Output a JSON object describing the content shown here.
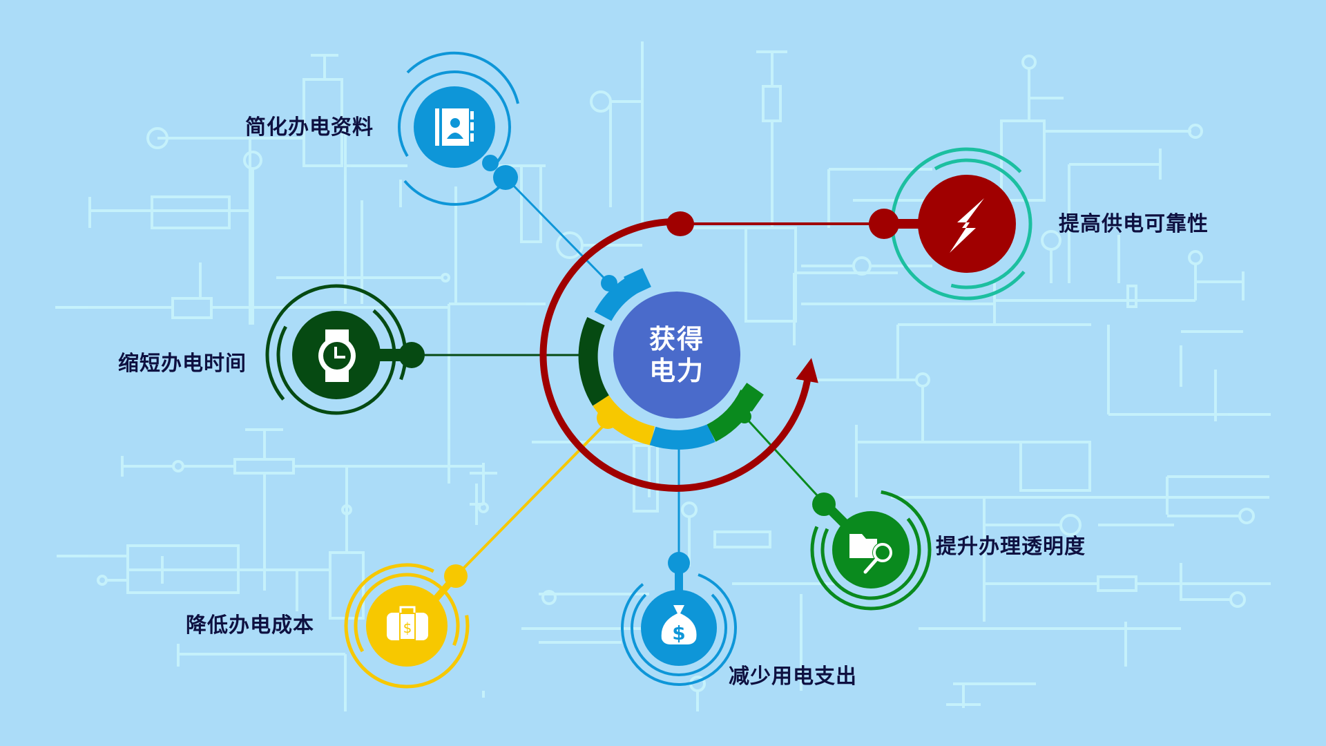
{
  "diagram": {
    "type": "radial-hub-diagram",
    "colors": {
      "background": "#ABDCF8",
      "circuit_lines": "#C8F4FC",
      "hub": "#4A6BCB",
      "label_text": "#0E1040",
      "arrow": "#A00000"
    },
    "hub": {
      "line1": "获得",
      "line2": "电力"
    },
    "nodes": [
      {
        "id": "simplify-materials",
        "label": "简化办电资料",
        "icon": "address-book-icon",
        "color": "#0E96D8"
      },
      {
        "id": "shorten-time",
        "label": "缩短办电时间",
        "icon": "watch-icon",
        "color": "#064A12"
      },
      {
        "id": "reduce-cost",
        "label": "降低办电成本",
        "icon": "money-suitcase-icon",
        "color": "#F7C800"
      },
      {
        "id": "reduce-expense",
        "label": "减少用电支出",
        "icon": "money-bag-icon",
        "color": "#0E96D8"
      },
      {
        "id": "transparency",
        "label": "提升办理透明度",
        "icon": "folder-search-icon",
        "color": "#0A8A1E"
      },
      {
        "id": "reliability",
        "label": "提高供电可靠性",
        "icon": "lightning-bolt-icon",
        "color": "#A00000",
        "ring_color": "#1CBFA0"
      }
    ]
  }
}
